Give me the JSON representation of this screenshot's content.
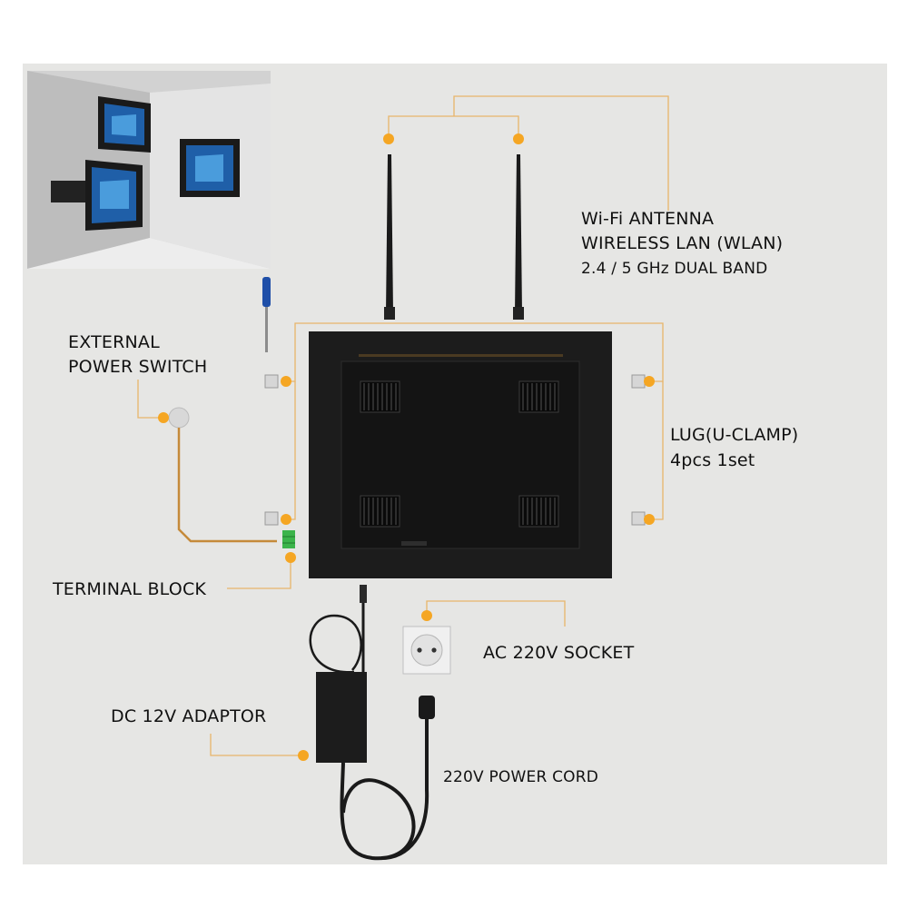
{
  "labels": {
    "wifi_line1": "Wi-Fi ANTENNA",
    "wifi_line2": "WIRELESS LAN (WLAN)",
    "wifi_line3": "2.4 / 5 GHz DUAL BAND",
    "power_switch_line1": "EXTERNAL",
    "power_switch_line2": "POWER SWITCH",
    "lug_line1": "LUG(U-CLAMP)",
    "lug_line2": "4pcs 1set",
    "terminal_block": "TERMINAL BLOCK",
    "ac_socket": "AC 220V SOCKET",
    "dc_adaptor": "DC 12V ADAPTOR",
    "power_cord": "220V POWER CORD"
  },
  "colors": {
    "background": "#e6e6e4",
    "accent": "#f5a623",
    "leader_line": "#e8b56a",
    "device": "#1c1c1c",
    "terminal_green": "#3cb44b"
  }
}
